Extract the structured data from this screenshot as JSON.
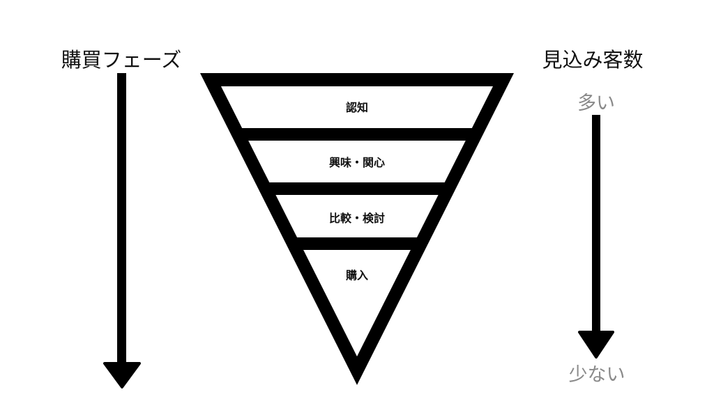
{
  "left_axis": {
    "label": "購買フェーズ"
  },
  "right_axis": {
    "label": "見込み客数",
    "top_label": "多い",
    "bottom_label": "少ない"
  },
  "funnel": {
    "stages": [
      {
        "label": "認知"
      },
      {
        "label": "興味・関心"
      },
      {
        "label": "比較・検討"
      },
      {
        "label": "購入"
      }
    ]
  },
  "colors": {
    "stroke": "#000000",
    "fill": "#ffffff",
    "muted_text": "#8a8a8a",
    "text": "#111111"
  }
}
